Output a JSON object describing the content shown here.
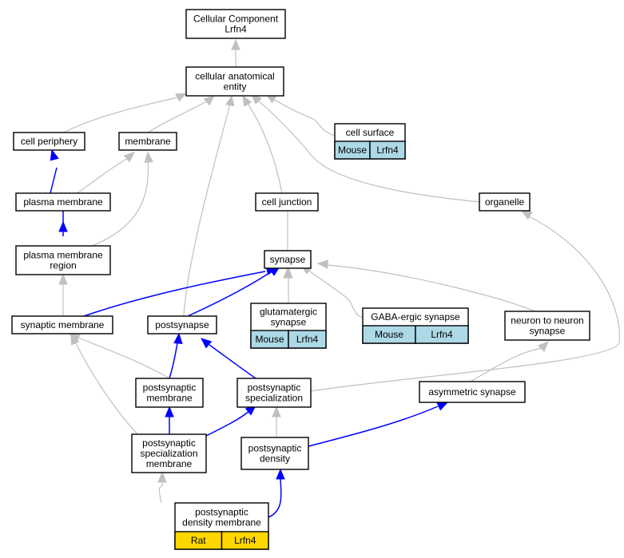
{
  "colors": {
    "species_mouse": "#add8e6",
    "species_rat": "#ffd700",
    "edge_is_a": "#c0c0c0",
    "edge_part_of": "#0000ff"
  },
  "nodes": {
    "cellular_component": {
      "lines": [
        "Cellular Component",
        "Lrfn4"
      ]
    },
    "cellular_anatomical_entity": {
      "lines": [
        "cellular anatomical",
        "entity"
      ]
    },
    "cell_periphery": {
      "lines": [
        "cell periphery"
      ]
    },
    "membrane": {
      "lines": [
        "membrane"
      ]
    },
    "cell_surface": {
      "lines": [
        "cell surface"
      ],
      "badges": [
        "Mouse",
        "Lrfn4"
      ]
    },
    "plasma_membrane": {
      "lines": [
        "plasma membrane"
      ]
    },
    "cell_junction": {
      "lines": [
        "cell junction"
      ]
    },
    "organelle": {
      "lines": [
        "organelle"
      ]
    },
    "plasma_membrane_region": {
      "lines": [
        "plasma membrane",
        "region"
      ]
    },
    "synapse": {
      "lines": [
        "synapse"
      ]
    },
    "synaptic_membrane": {
      "lines": [
        "synaptic membrane"
      ]
    },
    "postsynapse": {
      "lines": [
        "postsynapse"
      ]
    },
    "glutamatergic_synapse": {
      "lines": [
        "glutamatergic",
        "synapse"
      ],
      "badges": [
        "Mouse",
        "Lrfn4"
      ]
    },
    "gaba_ergic_synapse": {
      "lines": [
        "GABA-ergic synapse"
      ],
      "badges": [
        "Mouse",
        "Lrfn4"
      ]
    },
    "neuron_to_neuron_synapse": {
      "lines": [
        "neuron to neuron",
        "synapse"
      ]
    },
    "postsynaptic_membrane": {
      "lines": [
        "postsynaptic",
        "membrane"
      ]
    },
    "postsynaptic_specialization": {
      "lines": [
        "postsynaptic",
        "specialization"
      ]
    },
    "asymmetric_synapse": {
      "lines": [
        "asymmetric synapse"
      ]
    },
    "postsynaptic_specialization_membrane": {
      "lines": [
        "postsynaptic",
        "specialization",
        "membrane"
      ]
    },
    "postsynaptic_density": {
      "lines": [
        "postsynaptic",
        "density"
      ]
    },
    "postsynaptic_density_membrane": {
      "lines": [
        "postsynaptic",
        "density membrane"
      ],
      "badges": [
        "Rat",
        "Lrfn4"
      ]
    }
  }
}
